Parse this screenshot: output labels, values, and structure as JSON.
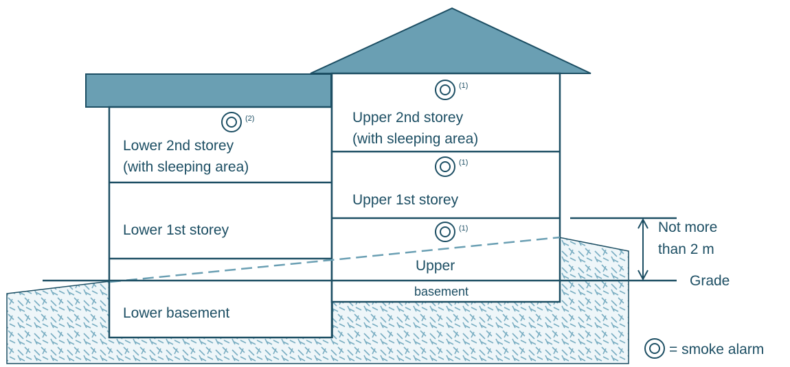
{
  "rooms": {
    "lower_2nd_line1": "Lower 2nd storey",
    "lower_2nd_line2": "(with sleeping area)",
    "lower_1st": "Lower 1st storey",
    "lower_basement": "Lower basement",
    "upper_2nd_line1": "Upper 2nd storey",
    "upper_2nd_line2": "(with sleeping area)",
    "upper_1st": "Upper 1st storey",
    "upper_basement_line1": "Upper",
    "upper_basement_line2": "basement"
  },
  "alarm_notes": {
    "upper_2nd": "(1)",
    "upper_1st": "(1)",
    "upper_basement": "(1)",
    "lower_2nd": "(2)"
  },
  "dimension": {
    "line1": "Not more",
    "line2": "than 2 m"
  },
  "grade_label": "Grade",
  "legend": {
    "text": "= smoke alarm",
    "icon": "smoke-alarm-icon"
  },
  "colors": {
    "outline": "#1c4e63",
    "roof": "#6a9fb3",
    "ground_hatch": "#7aaec2"
  }
}
